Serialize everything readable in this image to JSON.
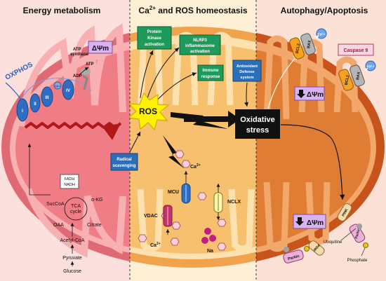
{
  "sections": {
    "energy": "Energy metabolism",
    "homeostasis_prefix": "Ca",
    "homeostasis_sup": "2+",
    "homeostasis_suffix": " and ROS homeostasis",
    "autophagy": "Autophagy/Apoptosis"
  },
  "energy": {
    "oxphos": "OXPHOS",
    "complexes": [
      "I",
      "II",
      "III",
      "Cyt c",
      "IV"
    ],
    "atp_synthase": [
      "ATP",
      "synthase"
    ],
    "atp": "ATP",
    "adp": "ADP",
    "delta_psi": "ΔΨm",
    "fadh": [
      "FADH",
      "NADH"
    ],
    "tca": {
      "center": [
        "TCA",
        "cycle"
      ],
      "suc_coa": "SucCoA",
      "a_kg": "α-KG",
      "oaa": "OAA",
      "citrate": "Citrate"
    },
    "acetyl_coa": "Acetyl-CoA",
    "pyruvate": "Pyruvate",
    "glucose": "Glucose"
  },
  "homeostasis": {
    "ros": "ROS",
    "protein_kinase": [
      "Protein",
      "Kinase",
      "activation"
    ],
    "nlrp3": [
      "NLRP3",
      "inflammasome",
      "activation"
    ],
    "immune": [
      "Immune",
      "response"
    ],
    "antioxidant": [
      "Antioxidant",
      "Defense",
      "system"
    ],
    "radical": [
      "Radical",
      "scavenging"
    ],
    "ca_top": "Ca",
    "ca_top_sup": "2+",
    "mcu": "MCU",
    "vdac": "VDAC",
    "nclx": "NCLX",
    "ca_bottom": "Ca",
    "ca_bottom_sup": "2+",
    "na": "Na"
  },
  "autophagy": {
    "oxidative_stress": [
      "Oxidative",
      "stress"
    ],
    "caspase": "Caspase 9",
    "bcl2": "BCL2",
    "bax": "BAX",
    "cyt_c": "Cyt c",
    "delta_psi": "ΔΨm",
    "pink": "PINK",
    "parkin": "Parkin",
    "ubiquitine": "Ubiquitine",
    "phosphate": "Phosphate"
  },
  "colors": {
    "left_panel": "#fbe0de",
    "mid_panel": "#fdf0d5",
    "right_panel": "#fbe1d6",
    "mito_left_outer": "#e06a73",
    "mito_left_inner": "#f39aa0",
    "mito_mid_outer": "#f0a24c",
    "mito_mid_inner": "#fbd79a",
    "mito_right_outer": "#c8541c",
    "mito_right_inner": "#e0853a",
    "green_box": "#1e9b5a",
    "blue_box": "#2c6fb8",
    "purple_box": "#d9b3f0",
    "complex_blue": "#2f6dc0"
  }
}
